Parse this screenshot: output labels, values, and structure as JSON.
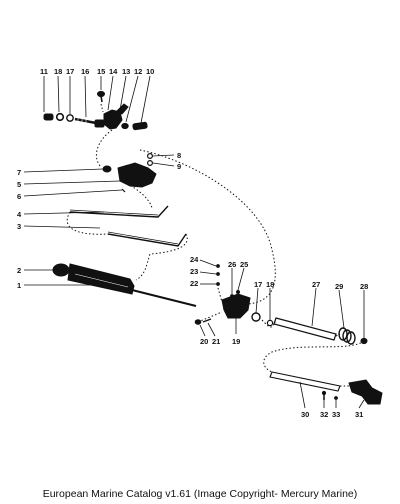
{
  "caption": "European Marine Catalog v1.61 (Image Copyright- Mercury Marine)",
  "callouts": [
    "1",
    "2",
    "3",
    "4",
    "5",
    "6",
    "7",
    "8",
    "9",
    "10",
    "11",
    "12",
    "13",
    "14",
    "15",
    "16",
    "17",
    "18",
    "19",
    "20",
    "21",
    "22",
    "23",
    "24",
    "25",
    "26",
    "27",
    "28",
    "29",
    "30",
    "31",
    "32",
    "33"
  ]
}
